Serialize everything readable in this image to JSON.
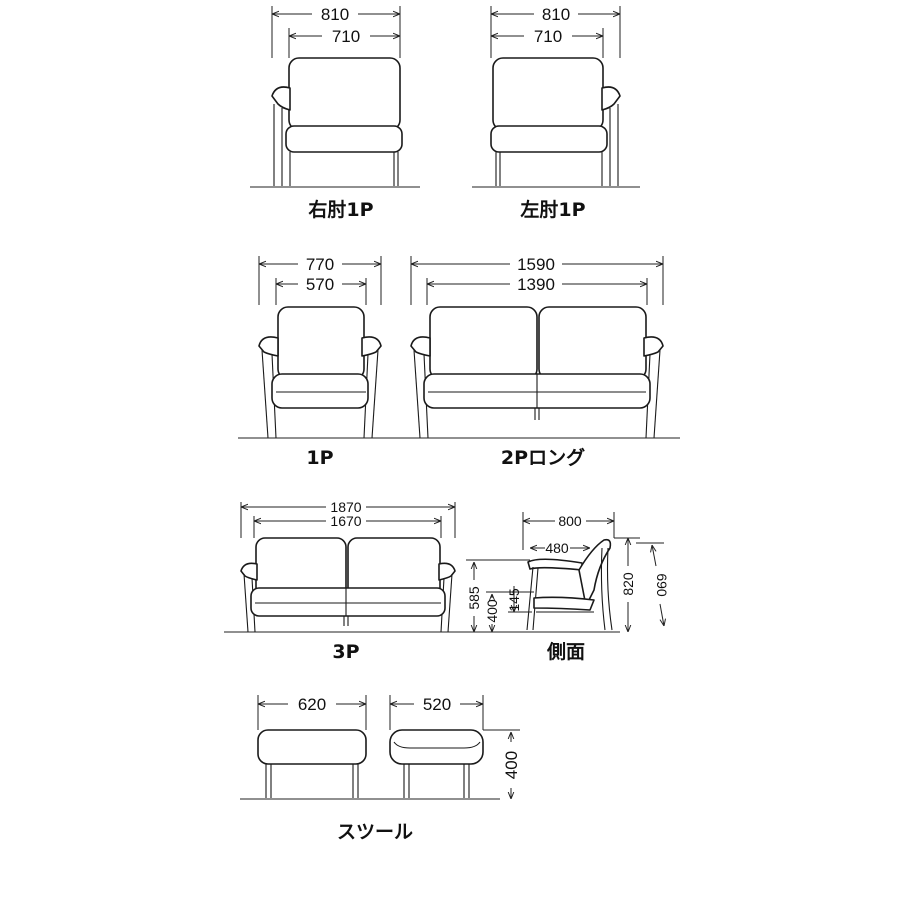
{
  "variants": {
    "right_arm_1p": {
      "label": "右肘1P",
      "overall_width": "810",
      "seat_width": "710"
    },
    "left_arm_1p": {
      "label": "左肘1P",
      "overall_width": "810",
      "seat_width": "710"
    },
    "one_p": {
      "label": "1P",
      "overall_width": "770",
      "seat_width": "570"
    },
    "two_p_long": {
      "label": "2Pロング",
      "overall_width": "1590",
      "seat_width": "1390"
    },
    "three_p": {
      "label": "3P",
      "overall_width": "1870",
      "seat_width": "1670"
    },
    "side": {
      "label": "側面",
      "depth": "800",
      "seat_depth": "480",
      "height": "820",
      "back_height": "690",
      "arm_height": "585",
      "seat_height": "400",
      "leg_height": "145"
    },
    "stool": {
      "label": "スツール",
      "width": "620",
      "depth": "520",
      "height": "400"
    }
  }
}
